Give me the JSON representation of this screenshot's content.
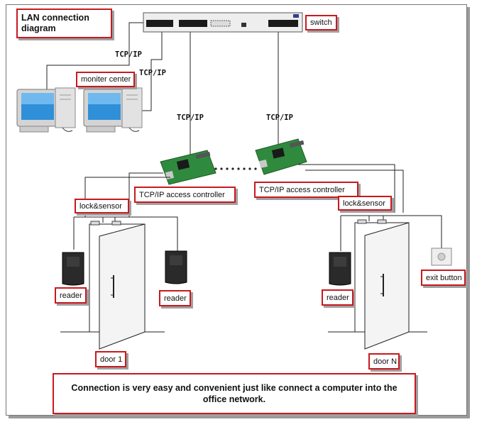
{
  "title": "LAN connection diagram",
  "labels": {
    "switch": "switch",
    "moniter_center": "moniter center",
    "controller_left": "TCP/IP access controller",
    "controller_right": "TCP/IP access controller",
    "lock_sensor_left": "lock&sensor",
    "lock_sensor_right": "lock&sensor",
    "reader_1": "reader",
    "reader_2": "reader",
    "reader_3": "reader",
    "exit_button": "exit button",
    "door_1": "door 1",
    "door_n": "door N"
  },
  "tcp_labels": [
    "TCP/IP",
    "TCP/IP",
    "TCP/IP",
    "TCP/IP"
  ],
  "caption": "Connection is very easy and convenient just like connect a computer into the office network.",
  "colors": {
    "label_border": "#c8191e",
    "pcb_green": "#2f8a3e",
    "reader_body": "#2a2a2a"
  }
}
